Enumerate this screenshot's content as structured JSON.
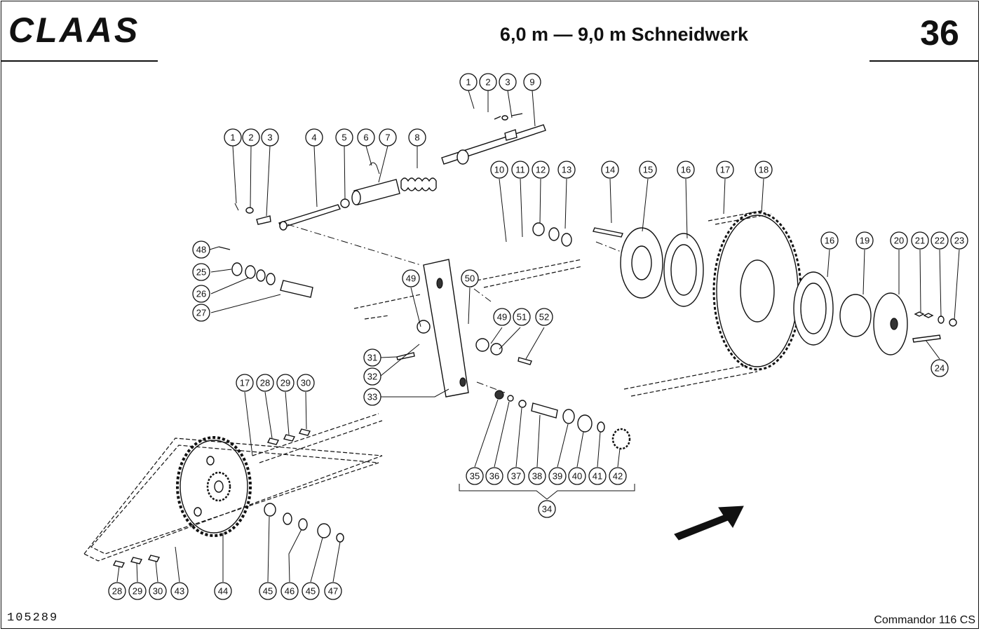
{
  "header": {
    "brand": "CLAAS",
    "title": "6,0 m — 9,0 m Schneidwerk",
    "page_number": "36"
  },
  "footer": {
    "doc_number": "105289",
    "model": "Commandor 116 CS"
  },
  "callouts": [
    "1",
    "2",
    "3",
    "9",
    "1",
    "2",
    "3",
    "4",
    "5",
    "6",
    "7",
    "8",
    "10",
    "11",
    "12",
    "13",
    "14",
    "15",
    "16",
    "17",
    "18",
    "48",
    "25",
    "26",
    "27",
    "49",
    "50",
    "16",
    "19",
    "20",
    "21",
    "22",
    "23",
    "49",
    "51",
    "52",
    "31",
    "32",
    "33",
    "24",
    "17",
    "28",
    "29",
    "30",
    "35",
    "36",
    "37",
    "38",
    "39",
    "40",
    "41",
    "42",
    "34",
    "28",
    "29",
    "30",
    "43",
    "44",
    "45",
    "46",
    "45",
    "47"
  ]
}
